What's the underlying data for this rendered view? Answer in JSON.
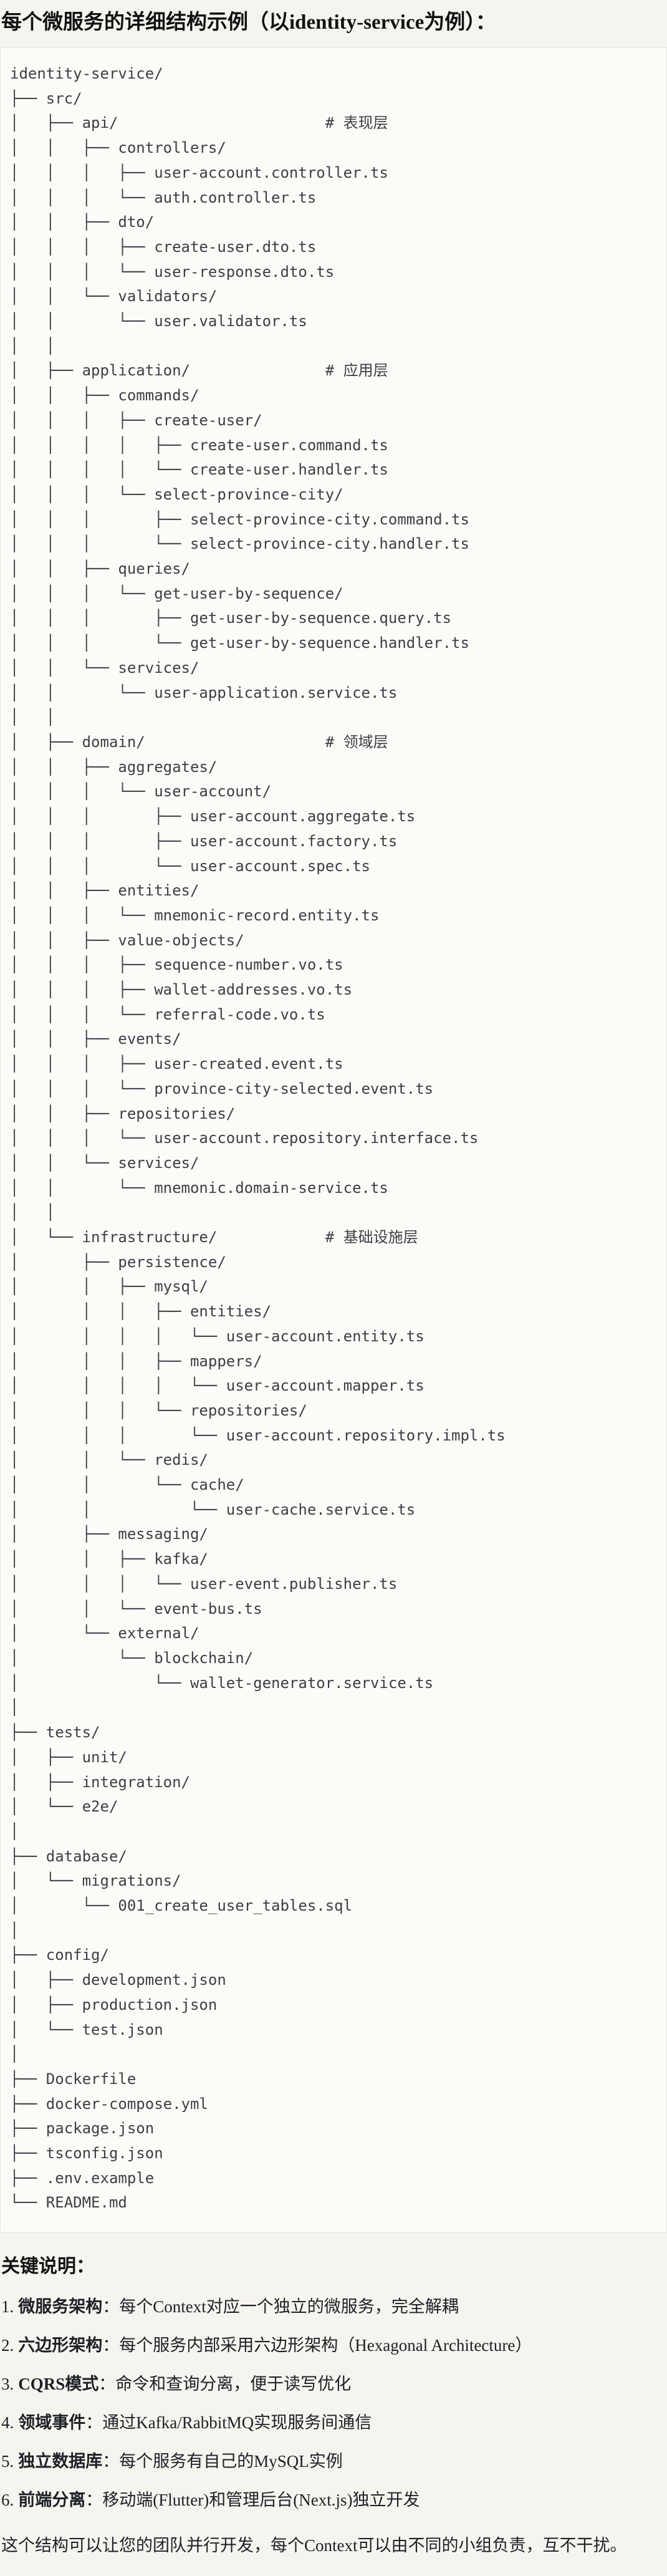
{
  "page": {
    "title": "每个微服务的详细结构示例（以identity-service为例）："
  },
  "colors": {
    "page_background": "#f6f4ef",
    "code_background": "#fcfbf7",
    "code_border": "#e7e5df",
    "code_text": "#3b4046",
    "body_text": "#1d2025"
  },
  "tree": {
    "lines": [
      "identity-service/",
      "├── src/",
      "│   ├── api/                       # 表现层",
      "│   │   ├── controllers/",
      "│   │   │   ├── user-account.controller.ts",
      "│   │   │   └── auth.controller.ts",
      "│   │   ├── dto/",
      "│   │   │   ├── create-user.dto.ts",
      "│   │   │   └── user-response.dto.ts",
      "│   │   └── validators/",
      "│   │       └── user.validator.ts",
      "│   │",
      "│   ├── application/               # 应用层",
      "│   │   ├── commands/",
      "│   │   │   ├── create-user/",
      "│   │   │   │   ├── create-user.command.ts",
      "│   │   │   │   └── create-user.handler.ts",
      "│   │   │   └── select-province-city/",
      "│   │   │       ├── select-province-city.command.ts",
      "│   │   │       └── select-province-city.handler.ts",
      "│   │   ├── queries/",
      "│   │   │   └── get-user-by-sequence/",
      "│   │   │       ├── get-user-by-sequence.query.ts",
      "│   │   │       └── get-user-by-sequence.handler.ts",
      "│   │   └── services/",
      "│   │       └── user-application.service.ts",
      "│   │",
      "│   ├── domain/                    # 领域层",
      "│   │   ├── aggregates/",
      "│   │   │   └── user-account/",
      "│   │   │       ├── user-account.aggregate.ts",
      "│   │   │       ├── user-account.factory.ts",
      "│   │   │       └── user-account.spec.ts",
      "│   │   ├── entities/",
      "│   │   │   └── mnemonic-record.entity.ts",
      "│   │   ├── value-objects/",
      "│   │   │   ├── sequence-number.vo.ts",
      "│   │   │   ├── wallet-addresses.vo.ts",
      "│   │   │   └── referral-code.vo.ts",
      "│   │   ├── events/",
      "│   │   │   ├── user-created.event.ts",
      "│   │   │   └── province-city-selected.event.ts",
      "│   │   ├── repositories/",
      "│   │   │   └── user-account.repository.interface.ts",
      "│   │   └── services/",
      "│   │       └── mnemonic.domain-service.ts",
      "│   │",
      "│   └── infrastructure/            # 基础设施层",
      "│       ├── persistence/",
      "│       │   ├── mysql/",
      "│       │   │   ├── entities/",
      "│       │   │   │   └── user-account.entity.ts",
      "│       │   │   ├── mappers/",
      "│       │   │   │   └── user-account.mapper.ts",
      "│       │   │   └── repositories/",
      "│       │   │       └── user-account.repository.impl.ts",
      "│       │   └── redis/",
      "│       │       └── cache/",
      "│       │           └── user-cache.service.ts",
      "│       ├── messaging/",
      "│       │   ├── kafka/",
      "│       │   │   └── user-event.publisher.ts",
      "│       │   └── event-bus.ts",
      "│       └── external/",
      "│           └── blockchain/",
      "│               └── wallet-generator.service.ts",
      "│",
      "├── tests/",
      "│   ├── unit/",
      "│   ├── integration/",
      "│   └── e2e/",
      "│",
      "├── database/",
      "│   └── migrations/",
      "│       └── 001_create_user_tables.sql",
      "│",
      "├── config/",
      "│   ├── development.json",
      "│   ├── production.json",
      "│   └── test.json",
      "│",
      "├── Dockerfile",
      "├── docker-compose.yml",
      "├── package.json",
      "├── tsconfig.json",
      "├── .env.example",
      "└── README.md"
    ]
  },
  "notes": {
    "heading": "关键说明：",
    "colon": "：",
    "items": [
      {
        "num": "1.",
        "label": "微服务架构",
        "desc": "每个Context对应一个独立的微服务，完全解耦"
      },
      {
        "num": "2.",
        "label": "六边形架构",
        "desc": "每个服务内部采用六边形架构（Hexagonal Architecture）"
      },
      {
        "num": "3.",
        "label": "CQRS模式",
        "desc": "命令和查询分离，便于读写优化"
      },
      {
        "num": "4.",
        "label": "领域事件",
        "desc": "通过Kafka/RabbitMQ实现服务间通信"
      },
      {
        "num": "5.",
        "label": "独立数据库",
        "desc": "每个服务有自己的MySQL实例"
      },
      {
        "num": "6.",
        "label": "前端分离",
        "desc": "移动端(Flutter)和管理后台(Next.js)独立开发"
      }
    ],
    "footer": "这个结构可以让您的团队并行开发，每个Context可以由不同的小组负责，互不干扰。"
  }
}
